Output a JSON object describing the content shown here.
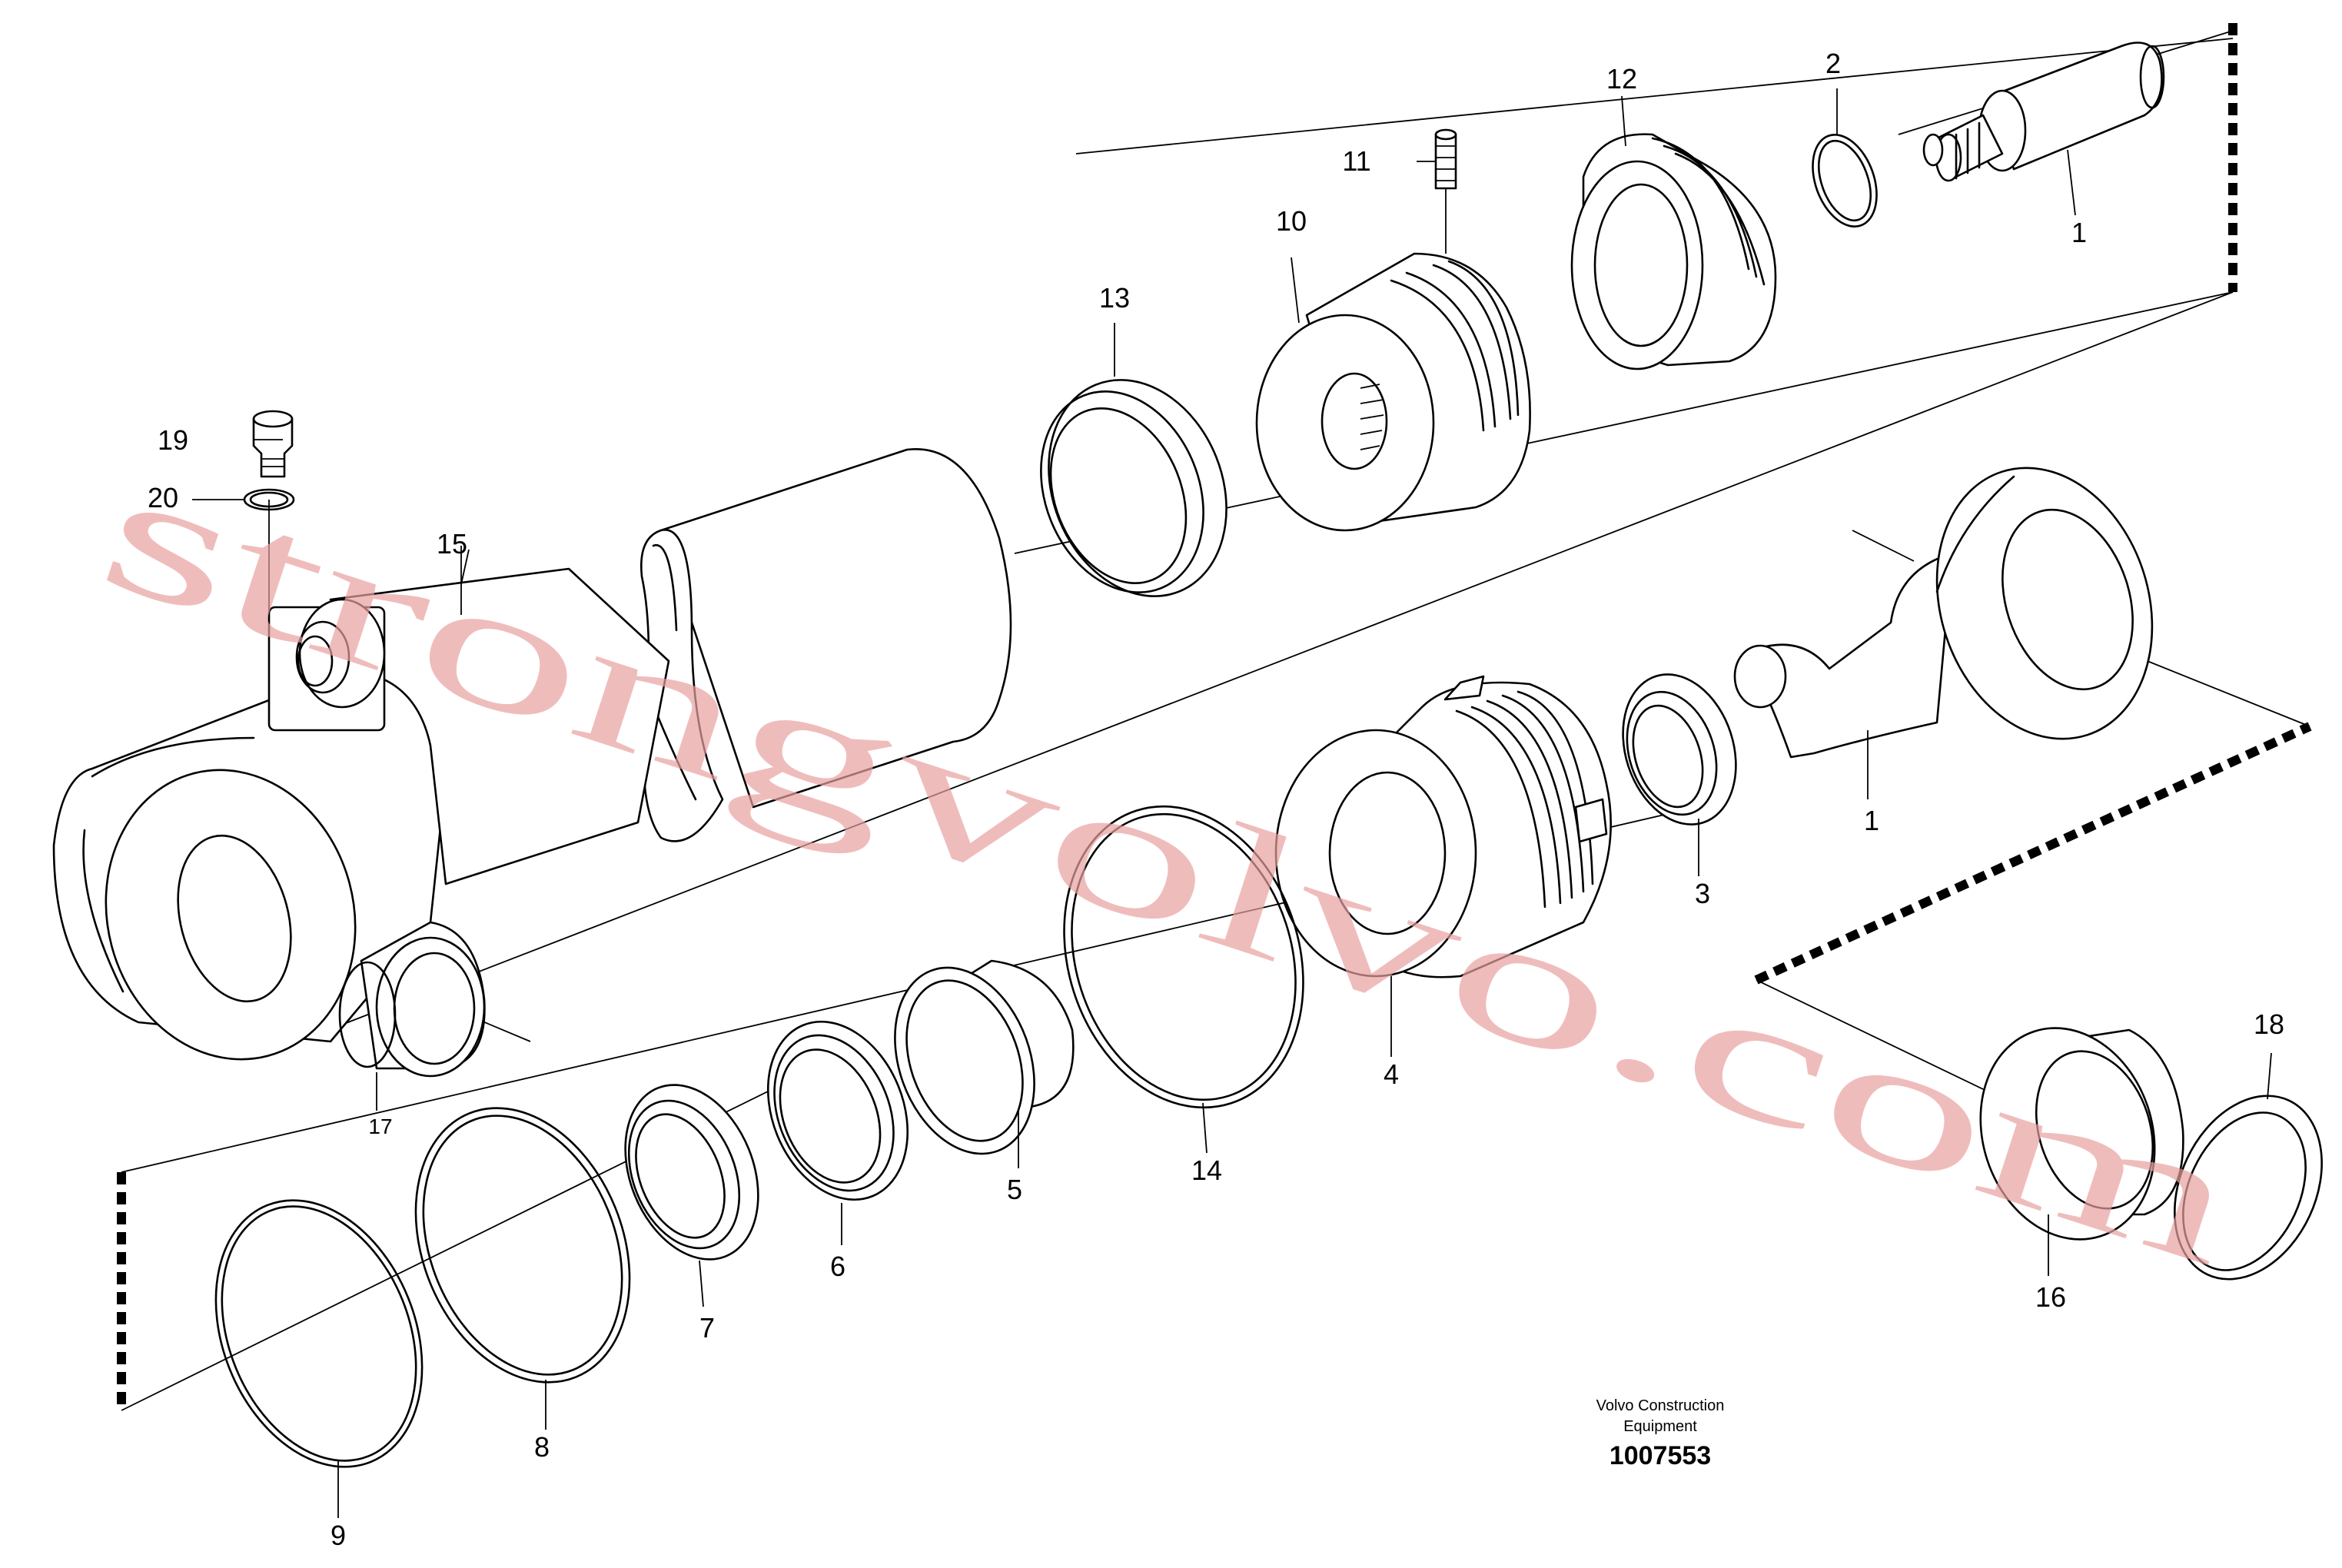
{
  "callouts": [
    "1",
    "1",
    "2",
    "3",
    "4",
    "5",
    "6",
    "7",
    "8",
    "9",
    "10",
    "11",
    "12",
    "13",
    "14",
    "15",
    "16",
    "17",
    "18",
    "19",
    "20"
  ],
  "footer": {
    "line1": "Volvo Construction",
    "line2": "Equipment",
    "code": "1007553"
  },
  "watermark": "strongvolvo.com",
  "colors": {
    "line": "#000000",
    "background": "#ffffff",
    "watermark": "#e8a0a0"
  }
}
